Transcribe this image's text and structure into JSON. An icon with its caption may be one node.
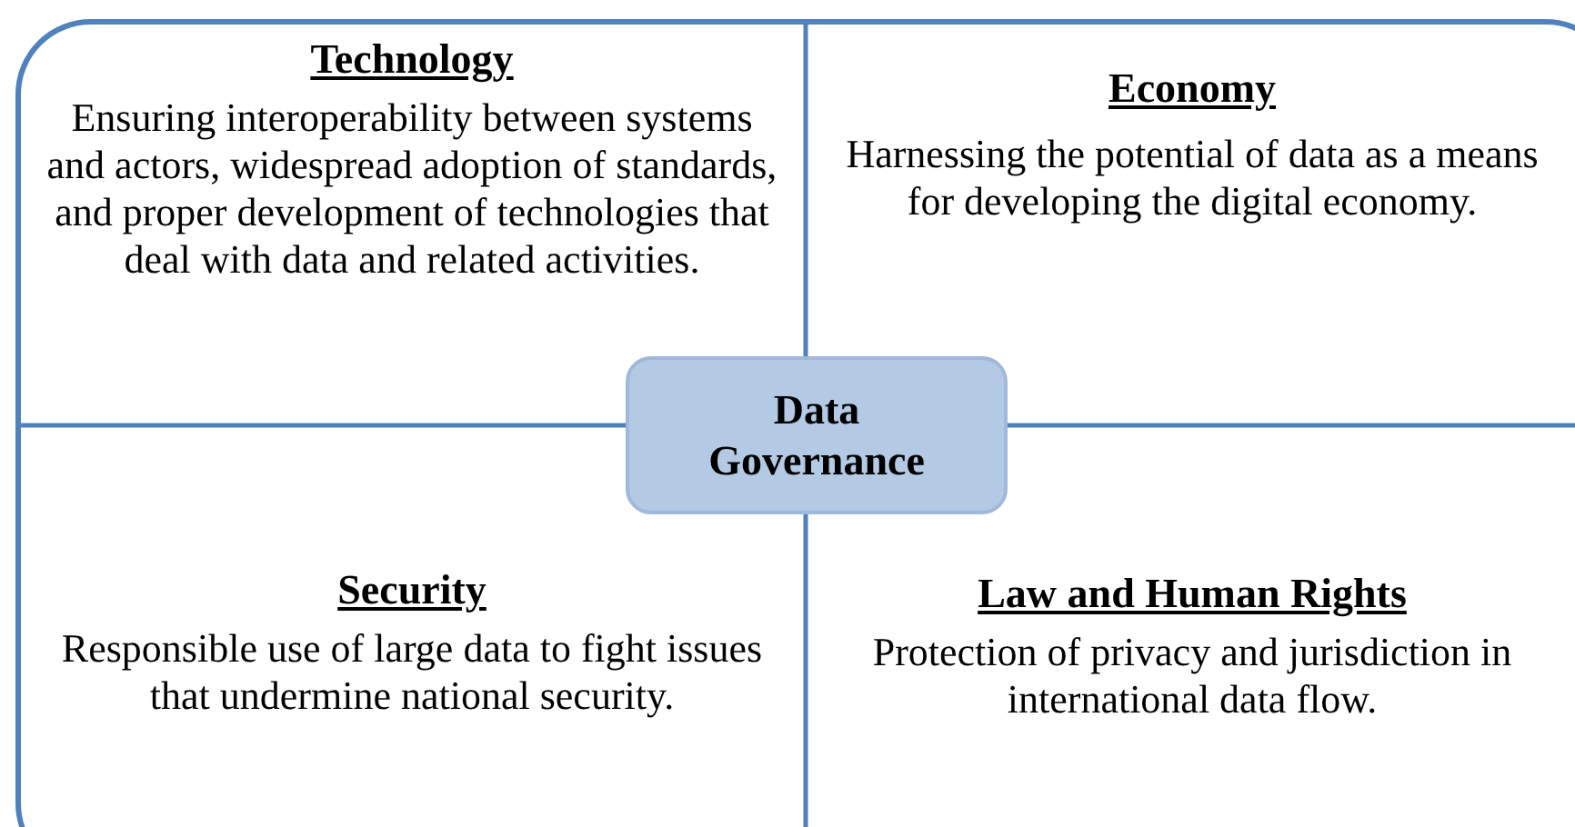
{
  "diagram": {
    "nodes": [
      {
        "text": [
          "Technology",
          "Ensuring interoperability between systems and actors, widespread adoption of standards, and proper development of technologies that deal with data and related activities."
        ]
      },
      {
        "text": [
          "Economy",
          "Harnessing the potential of data as a means for developing the digital economy."
        ]
      },
      {
        "text": [
          "Data Governance"
        ]
      },
      {
        "text": [
          "Security",
          "Responsible use of large data to fight issues that undermine national security."
        ]
      },
      {
        "text": [
          "Law and Human Rights",
          "Protection of privacy and jurisdiction in international data flow."
        ]
      }
    ]
  }
}
